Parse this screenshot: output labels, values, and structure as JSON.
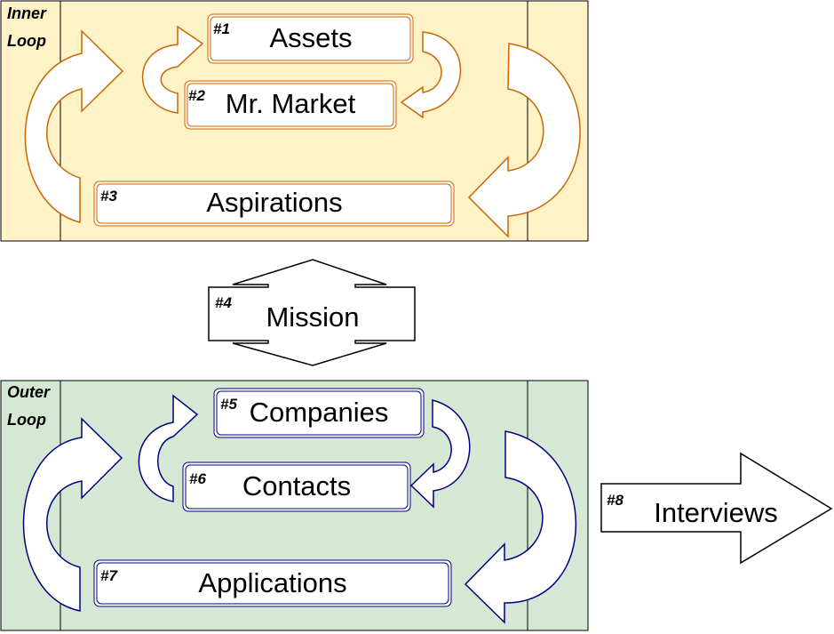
{
  "colors": {
    "inner_bg": "#fff2c6",
    "outer_bg": "#d5e8d4",
    "inner_stroke": "#cc6600",
    "outer_stroke": "#000080",
    "black": "#000000"
  },
  "inner_loop": {
    "label_line1": "Inner",
    "label_line2": "Loop",
    "items": [
      {
        "num": "#1",
        "label": "Assets"
      },
      {
        "num": "#2",
        "label": "Mr. Market"
      },
      {
        "num": "#3",
        "label": "Aspirations"
      }
    ]
  },
  "mission": {
    "num": "#4",
    "label": "Mission"
  },
  "outer_loop": {
    "label_line1": "Outer",
    "label_line2": "Loop",
    "items": [
      {
        "num": "#5",
        "label": "Companies"
      },
      {
        "num": "#6",
        "label": "Contacts"
      },
      {
        "num": "#7",
        "label": "Applications"
      }
    ]
  },
  "interviews": {
    "num": "#8",
    "label": "Interviews"
  }
}
